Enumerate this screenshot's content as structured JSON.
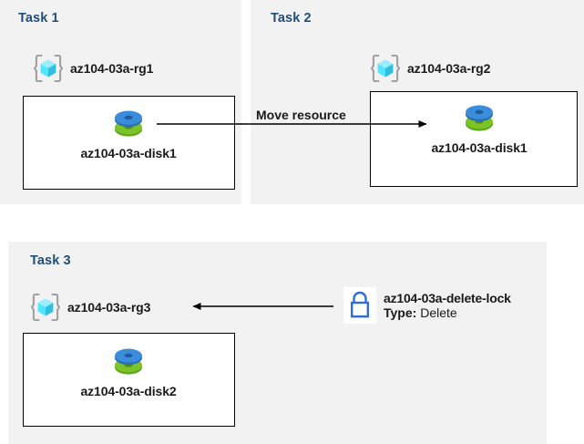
{
  "diagram": {
    "title_color": "#1F4E79",
    "panel_bg": "#F2F2F2",
    "box_bg": "#FFFFFF",
    "arrow_color": "#000000",
    "lock_color": "#2D6FD6",
    "disk_top_color": "#3C8CDC",
    "disk_bottom_color": "#6FB22C",
    "rg_cube_color": "#50E6FF",
    "rg_bracket_color": "#A0A0A0"
  },
  "tasks": [
    {
      "title": "Task 1",
      "resource_group": "az104-03a-rg1",
      "resource": "az104-03a-disk1"
    },
    {
      "title": "Task 2",
      "resource_group": "az104-03a-rg2",
      "resource": "az104-03a-disk1"
    },
    {
      "title": "Task 3",
      "resource_group": "az104-03a-rg3",
      "resource": "az104-03a-disk2"
    }
  ],
  "arrows": {
    "move_resource_label": "Move resource"
  },
  "lock": {
    "name": "az104-03a-delete-lock",
    "type_label": "Type:",
    "type_value": "Delete"
  }
}
